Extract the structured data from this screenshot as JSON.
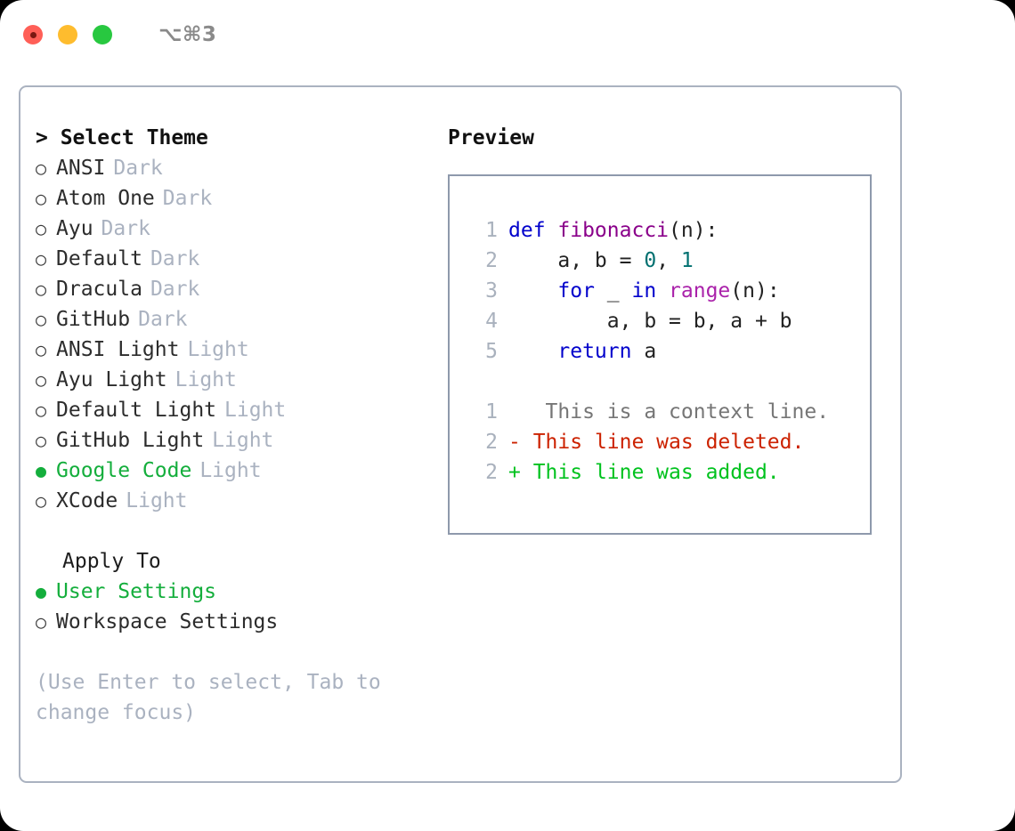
{
  "window": {
    "shortcut": "⌥⌘3",
    "traffic_lights": [
      "close",
      "minimize",
      "maximize"
    ],
    "colors": {
      "close": "#ff5f57",
      "minimize": "#febc2e",
      "maximize": "#28c840",
      "accent_selected": "#14ae3c",
      "muted": "#aab2c0",
      "border": "#aab2c0"
    }
  },
  "theme_section": {
    "heading": "> Select Theme",
    "bullet_on": "●",
    "bullet_off": "○",
    "items": [
      {
        "name": "ANSI",
        "variant": "Dark",
        "selected": false
      },
      {
        "name": "Atom One",
        "variant": "Dark",
        "selected": false
      },
      {
        "name": "Ayu",
        "variant": "Dark",
        "selected": false
      },
      {
        "name": "Default",
        "variant": "Dark",
        "selected": false
      },
      {
        "name": "Dracula",
        "variant": "Dark",
        "selected": false
      },
      {
        "name": "GitHub",
        "variant": "Dark",
        "selected": false
      },
      {
        "name": "ANSI Light",
        "variant": "Light",
        "selected": false
      },
      {
        "name": "Ayu Light",
        "variant": "Light",
        "selected": false
      },
      {
        "name": "Default Light",
        "variant": "Light",
        "selected": false
      },
      {
        "name": "GitHub Light",
        "variant": "Light",
        "selected": false
      },
      {
        "name": "Google Code",
        "variant": "Light",
        "selected": true
      },
      {
        "name": "XCode",
        "variant": "Light",
        "selected": false
      }
    ]
  },
  "apply_section": {
    "heading": "Apply To",
    "items": [
      {
        "name": "User Settings",
        "selected": true
      },
      {
        "name": "Workspace Settings",
        "selected": false
      }
    ]
  },
  "help": {
    "text": "(Use Enter to select, Tab to change focus)"
  },
  "preview": {
    "heading": "Preview",
    "code_lines": [
      {
        "number": "1",
        "tokens": [
          {
            "t": "def ",
            "c": "kw"
          },
          {
            "t": "fibonacci",
            "c": "fn"
          },
          {
            "t": "(n):",
            "c": "pl"
          }
        ]
      },
      {
        "number": "2",
        "tokens": [
          {
            "t": "    a, b = ",
            "c": "pl"
          },
          {
            "t": "0",
            "c": "num"
          },
          {
            "t": ", ",
            "c": "pl"
          },
          {
            "t": "1",
            "c": "num"
          }
        ]
      },
      {
        "number": "3",
        "tokens": [
          {
            "t": "    ",
            "c": "pl"
          },
          {
            "t": "for",
            "c": "kw"
          },
          {
            "t": " _ ",
            "c": "pl"
          },
          {
            "t": "in",
            "c": "kw"
          },
          {
            "t": " ",
            "c": "pl"
          },
          {
            "t": "range",
            "c": "call"
          },
          {
            "t": "(n):",
            "c": "pl"
          }
        ]
      },
      {
        "number": "4",
        "tokens": [
          {
            "t": "        a, b = b, a + b",
            "c": "pl"
          }
        ]
      },
      {
        "number": "5",
        "tokens": [
          {
            "t": "    ",
            "c": "pl"
          },
          {
            "t": "return",
            "c": "kw"
          },
          {
            "t": " a",
            "c": "pl"
          }
        ]
      }
    ],
    "diff_lines": [
      {
        "number": "1",
        "marker": " ",
        "text": "  This is a context line.",
        "kind": "ctx"
      },
      {
        "number": "2",
        "marker": "-",
        "text": " This line was deleted.",
        "kind": "del"
      },
      {
        "number": "2",
        "marker": "+",
        "text": " This line was added.",
        "kind": "add"
      }
    ]
  }
}
